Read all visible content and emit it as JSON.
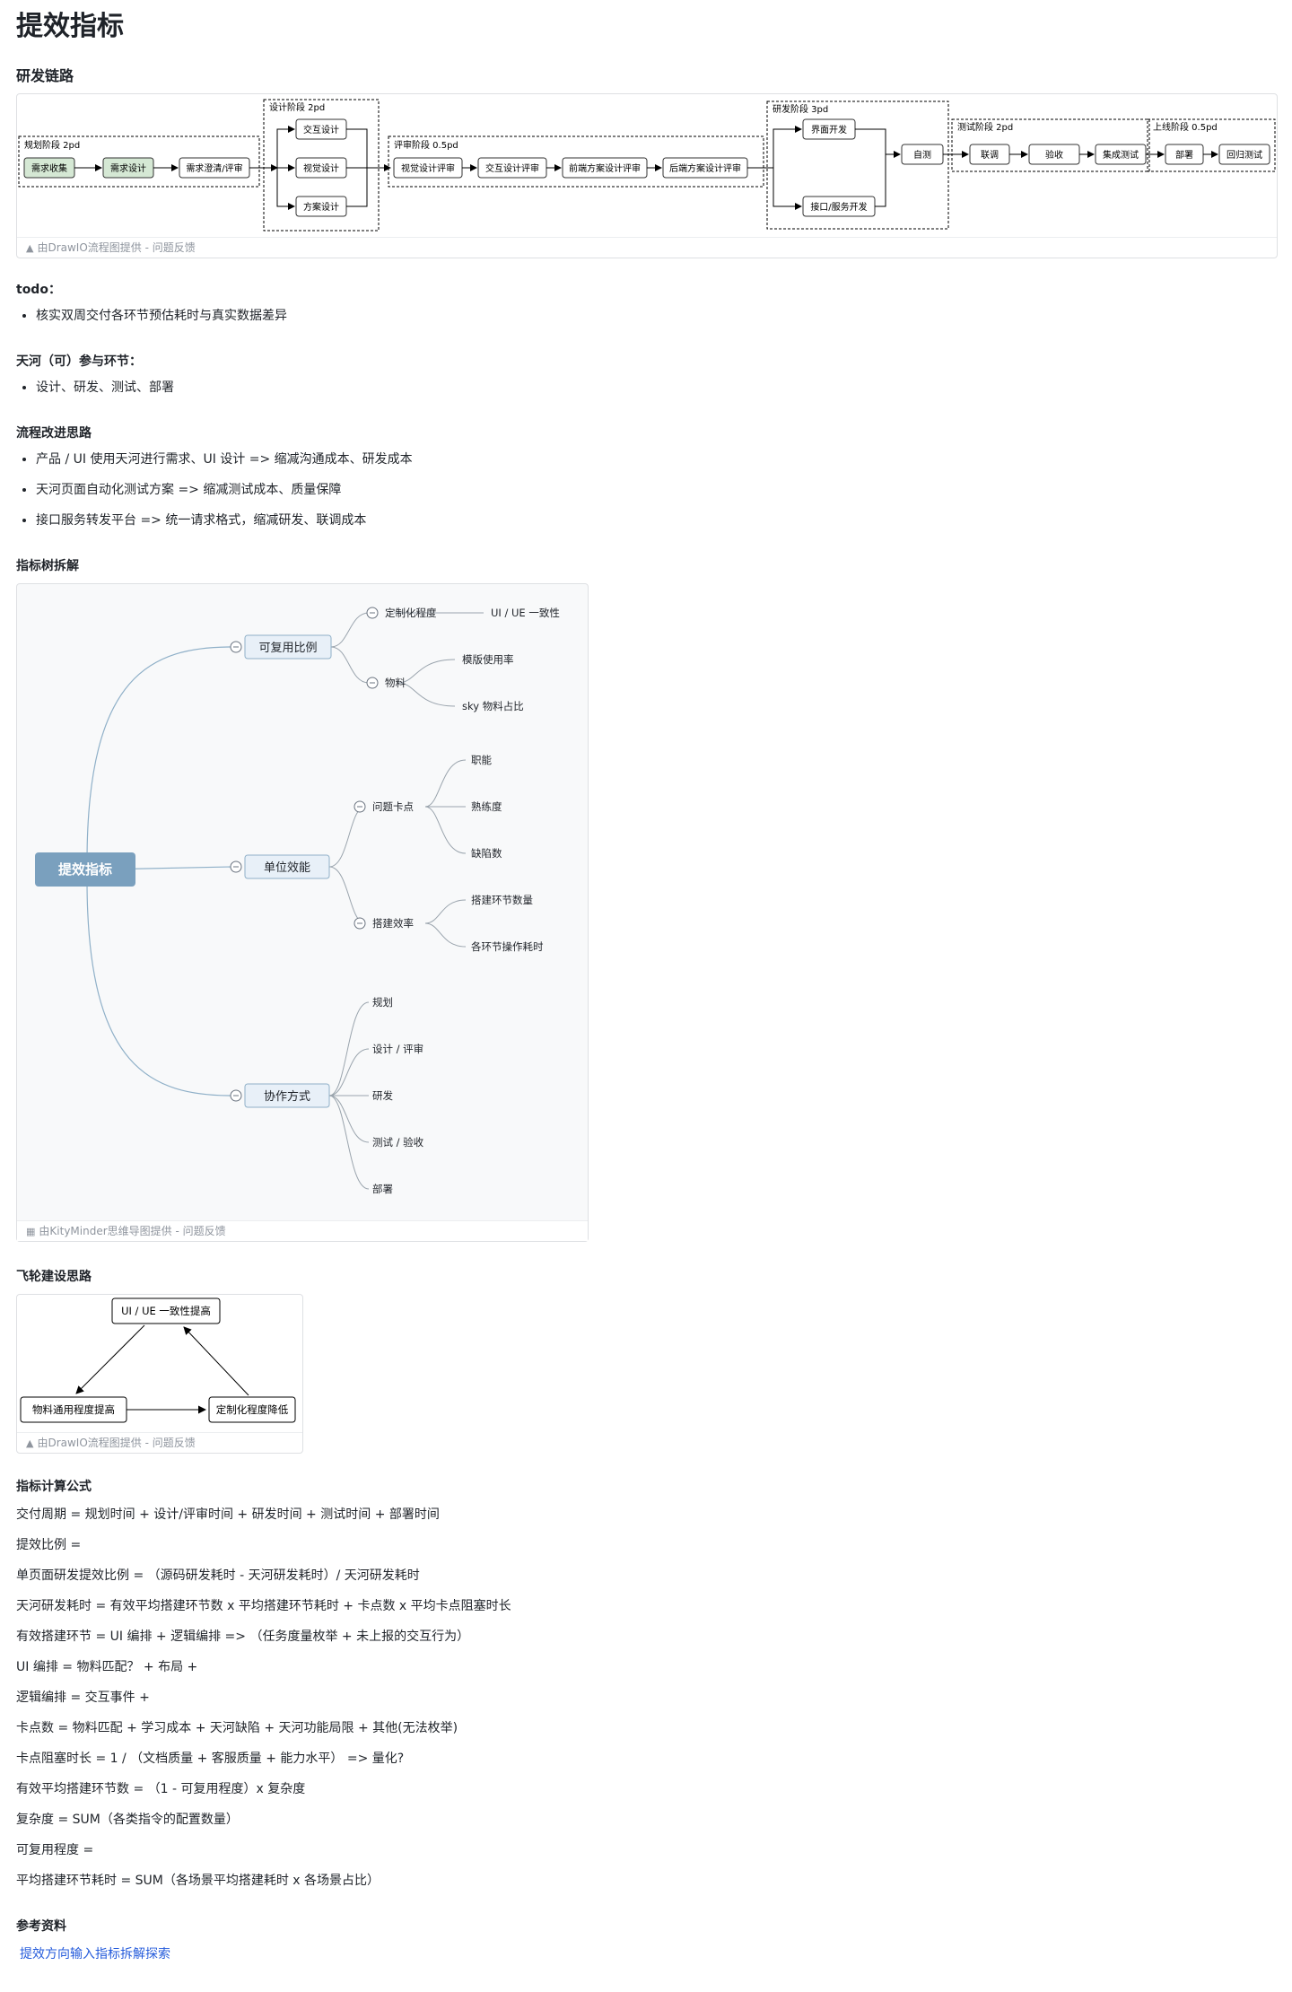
{
  "doc_title": "提效指标",
  "flow": {
    "heading": "研发链路",
    "stages": [
      {
        "label": "规划阶段 2pd",
        "nodes": [
          "需求收集",
          "需求设计",
          "需求澄清/评审"
        ]
      },
      {
        "label": "设计阶段 2pd",
        "nodes": [
          "交互设计",
          "视觉设计",
          "方案设计"
        ]
      },
      {
        "label": "评审阶段 0.5pd",
        "nodes": [
          "视觉设计评审",
          "交互设计评审",
          "前端方案设计评审",
          "后端方案设计评审"
        ]
      },
      {
        "label": "研发阶段 3pd",
        "nodes": [
          "界面开发",
          "接口/服务开发",
          "自测"
        ]
      },
      {
        "label": "测试阶段 2pd",
        "nodes": [
          "联调",
          "验收",
          "集成测试"
        ]
      },
      {
        "label": "上线阶段 0.5pd",
        "nodes": [
          "部署",
          "回归测试"
        ]
      }
    ],
    "footer": {
      "provider": "由DrawIO流程图提供",
      "sep": " - ",
      "feedback": "问题反馈"
    }
  },
  "todo": {
    "heading": "todo：",
    "items": [
      "核实双周交付各环节预估耗时与真实数据差异"
    ]
  },
  "tianhe": {
    "heading": "天河（可）参与环节：",
    "items": [
      "设计、研发、测试、部署"
    ]
  },
  "improve": {
    "heading": "流程改进思路",
    "items": [
      "产品 / UI 使用天河进行需求、UI 设计 => 缩减沟通成本、研发成本",
      "天河页面自动化测试方案 => 缩减测试成本、质量保障",
      "接口服务转发平台 => 统一请求格式，缩减研发、联调成本"
    ]
  },
  "mindmap": {
    "heading": "指标树拆解",
    "root": "提效指标",
    "branches": [
      {
        "label": "可复用比例",
        "children": [
          {
            "label": "定制化程度",
            "children": [
              "UI / UE 一致性"
            ]
          },
          {
            "label": "物料",
            "children": [
              "模版使用率",
              "sky 物料占比"
            ]
          }
        ]
      },
      {
        "label": "单位效能",
        "children": [
          {
            "label": "问题卡点",
            "children": [
              "职能",
              "熟练度",
              "缺陷数"
            ]
          },
          {
            "label": "搭建效率",
            "children": [
              "搭建环节数量",
              "各环节操作耗时"
            ]
          }
        ]
      },
      {
        "label": "协作方式",
        "children": [
          "规划",
          "设计 / 评审",
          "研发",
          "测试 / 验收",
          "部署"
        ]
      }
    ],
    "footer": {
      "provider": "由KityMinder思维导图提供",
      "sep": " - ",
      "feedback": "问题反馈"
    }
  },
  "flywheel": {
    "heading": "飞轮建设思路",
    "nodes": {
      "top": "UI / UE 一致性提高",
      "left": "物料通用程度提高",
      "right": "定制化程度降低"
    },
    "footer": {
      "provider": "由DrawIO流程图提供",
      "sep": " - ",
      "feedback": "问题反馈"
    }
  },
  "formulas": {
    "heading": "指标计算公式",
    "lines": [
      "交付周期 = 规划时间 + 设计/评审时间 + 研发时间 + 测试时间 + 部署时间",
      "提效比例 =",
      "单页面研发提效比例 = （源码研发耗时 - 天河研发耗时）/ 天河研发耗时",
      "天河研发耗时 = 有效平均搭建环节数 x 平均搭建环节耗时 + 卡点数 x 平均卡点阻塞时长",
      "有效搭建环节 = UI 编排 + 逻辑编排 => （任务度量枚举 + 未上报的交互行为）",
      "UI 编排 = 物料匹配？ + 布局 +",
      "逻辑编排 = 交互事件 +",
      "卡点数 = 物料匹配 + 学习成本 + 天河缺陷 + 天河功能局限 + 其他(无法枚举)",
      "卡点阻塞时长 = 1 / （文档质量 + 客服质量 + 能力水平） => 量化?",
      "有效平均搭建环节数 = （1 - 可复用程度）x 复杂度",
      "复杂度 = SUM（各类指令的配置数量）",
      "可复用程度 =",
      "平均搭建环节耗时 = SUM（各场景平均搭建耗时 x 各场景占比）"
    ]
  },
  "references": {
    "heading": "参考资料",
    "link": "提效方向输入指标拆解探索"
  }
}
